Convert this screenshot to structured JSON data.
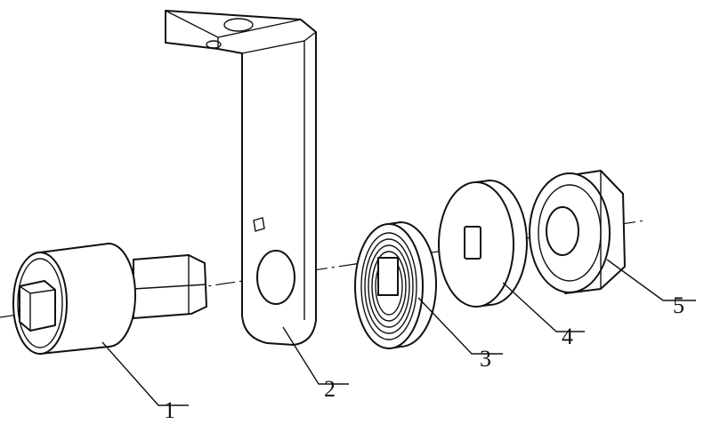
{
  "figure": {
    "labels": [
      "1",
      "2",
      "3",
      "4",
      "5"
    ],
    "line_color": "#111111",
    "background": "#ffffff"
  }
}
